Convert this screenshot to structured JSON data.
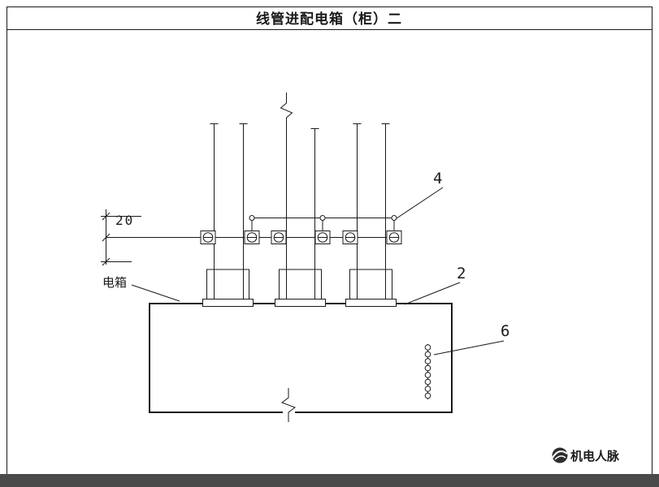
{
  "header": {
    "title": "线管进配电箱（柜）二"
  },
  "drawing": {
    "dimension_label": "20",
    "box_label": "电箱",
    "callouts": {
      "c4": "4",
      "c2": "2",
      "c6": "6"
    }
  },
  "footer": {
    "brand": "机电人脉"
  },
  "colors": {
    "line": "#1a1a1a",
    "footer_bar": "#4a4a4a",
    "background": "#ffffff"
  }
}
